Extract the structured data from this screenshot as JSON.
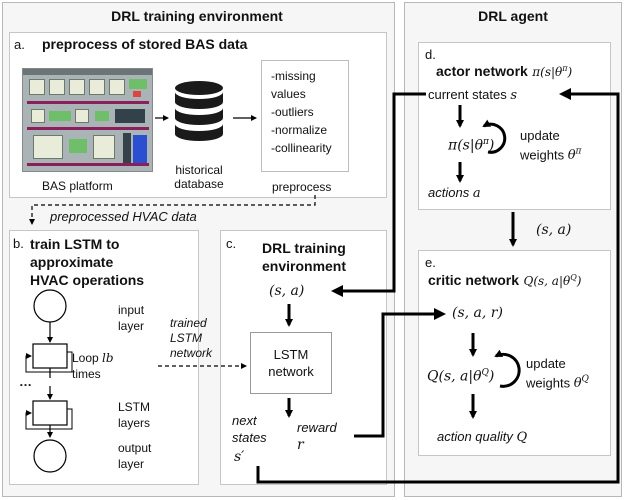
{
  "left_panel": {
    "title": "DRL training environment",
    "a": {
      "letter": "a.",
      "heading": "preprocess of stored BAS data",
      "bas_label": "BAS platform",
      "db_label_1": "historical",
      "db_label_2": "database",
      "steps": [
        "-missing",
        "values",
        "-outliers",
        "-normalize",
        "-collinearity"
      ],
      "preprocess_label": "preprocess"
    },
    "flow_label": "preprocessed HVAC data",
    "b": {
      "letter": "b.",
      "heading_lines": [
        "train LSTM to",
        "approximate",
        "HVAC operations"
      ],
      "input_layer": [
        "input",
        "layer"
      ],
      "loop_prefix": "Loop",
      "loop_var": "lb",
      "loop_suffix": "times",
      "ellipsis": "…",
      "lstm_layers": [
        "LSTM",
        "layers"
      ],
      "output_layer": [
        "output",
        "layer"
      ]
    },
    "trained_label": [
      "trained",
      "LSTM",
      "network"
    ],
    "c": {
      "letter": "c.",
      "heading_lines": [
        "DRL training",
        "environment"
      ],
      "sa": "(s, a)",
      "lstm_box": [
        "LSTM",
        "network"
      ],
      "next_states": [
        "next",
        "states"
      ],
      "s_prime": "s′",
      "reward": "reward",
      "r": "r"
    }
  },
  "right_panel": {
    "title": "DRL agent",
    "d": {
      "letter": "d.",
      "heading": "actor network",
      "heading_math": "π(s|θπ)",
      "current_states": "current states",
      "s": "s",
      "pi_math": "π(s|θπ)",
      "update_1": "update",
      "update_2": "weights",
      "theta": "θπ",
      "actions": "actions",
      "a": "a"
    },
    "sa_between": "(s, a)",
    "e": {
      "letter": "e.",
      "heading": "critic network",
      "heading_math": "Q(s, a|θQ)",
      "sar": "(s, a, r)",
      "q_math": "Q(s, a|θQ)",
      "update_1": "update",
      "update_2": "weights",
      "theta": "θQ",
      "action_quality": "action quality",
      "q": "Q"
    }
  }
}
